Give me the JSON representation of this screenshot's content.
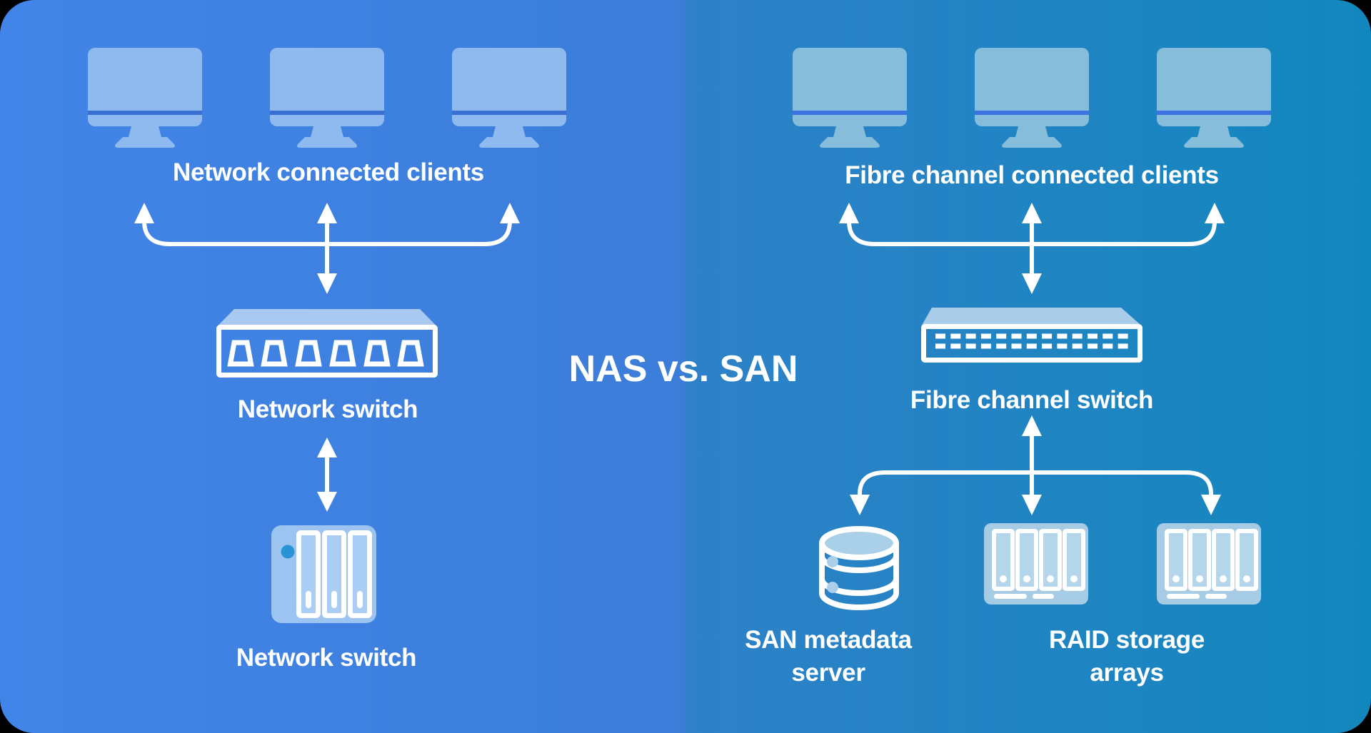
{
  "title": "NAS vs. SAN",
  "nas_side": {
    "clients_label": "Network connected clients",
    "switch_label": "Network switch",
    "nas_device_label": "Network switch",
    "client_count": 3
  },
  "san_side": {
    "clients_label": "Fibre channel connected clients",
    "switch_label": "Fibre channel switch",
    "metadata_server_label": "SAN metadata server",
    "raid_label": "RAID storage arrays",
    "client_count": 3
  },
  "colors": {
    "bg_left": "#4285E8",
    "bg_left_mid": "#3B7DD8",
    "bg_right_mid": "#2F81C8",
    "bg_right": "#1287BE",
    "text": "#FFFFFF",
    "line": "#FFFFFF",
    "monitor_screen_left": "#8FBAEF",
    "monitor_stripe_left": "#3A6FD2",
    "monitor_screen_right": "#85BDDB",
    "monitor_stripe_right": "#3C73E2",
    "switch_top_left": "#A9C9F1",
    "switch_top_right": "#A9CDE9",
    "nas_body": "#9DC4F0",
    "nas_bay": "#AACEF3",
    "nas_dot": "#2A93D5",
    "raid_body": "#A5CCE4",
    "raid_bay": "#B3D6EA",
    "cylinder_fill": "#A9CFE9"
  }
}
